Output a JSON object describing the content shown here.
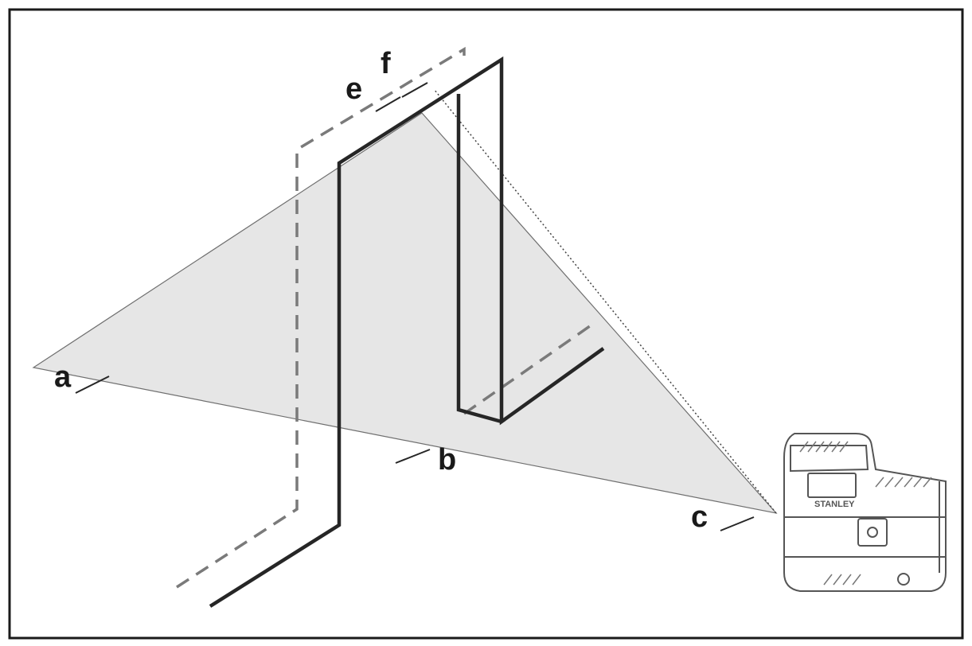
{
  "labels": {
    "a": "a",
    "b": "b",
    "c": "c",
    "e": "e",
    "f": "f"
  },
  "device": {
    "brand": "STANLEY",
    "icon": "laser-level-icon"
  },
  "colors": {
    "laser_plane_fill": "#e6e6e6",
    "solid_line": "#262626",
    "dashed_line": "#7a7a7a",
    "frame": "#1a1a1a"
  }
}
